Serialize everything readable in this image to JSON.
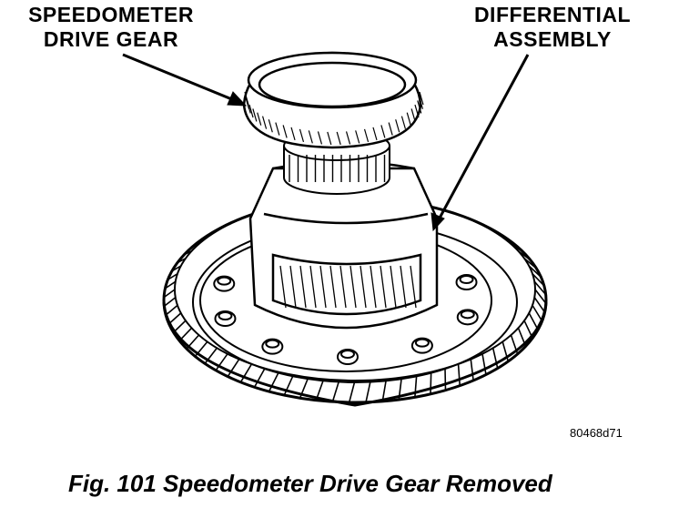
{
  "labels": {
    "speedometer_line1": "SPEEDOMETER",
    "speedometer_line2": "DRIVE GEAR",
    "differential_line1": "DIFFERENTIAL",
    "differential_line2": "ASSEMBLY"
  },
  "figure_code": "80468d71",
  "caption": "Fig. 101 Speedometer Drive Gear Removed"
}
